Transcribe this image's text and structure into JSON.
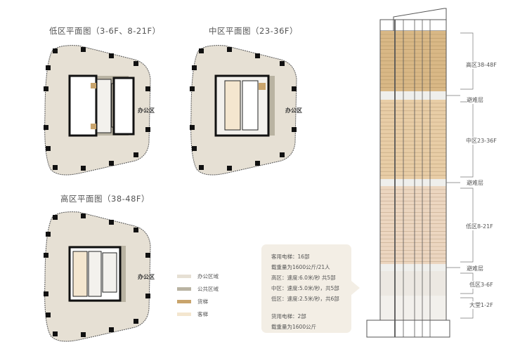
{
  "plans": {
    "low": {
      "title": "低区平面图（3-6F、8-21F）",
      "area_label": "办公区"
    },
    "mid": {
      "title": "中区平面图（23-36F）",
      "area_label": "办公区"
    },
    "high": {
      "title": "高区平面图（38-48F）",
      "area_label": "办公区"
    }
  },
  "legend": [
    {
      "label": "办公区域",
      "color": "#e6e0d4"
    },
    {
      "label": "公共区域",
      "color": "#b9b3a2"
    },
    {
      "label": "货梯",
      "color": "#c9a46c"
    },
    {
      "label": "客梯",
      "color": "#f4e6cf"
    }
  ],
  "elevator_info": {
    "lines": [
      "客用电梯：16部",
      "载重量为1600公斤/21人",
      "高区：速度:6.0米/秒   共5部",
      "中区：速度:5.0米/秒，共5部",
      "低区：速度:2.5米/秒，共6部",
      "货用电梯：2部",
      "载重量为1600公斤"
    ]
  },
  "section": {
    "zones": [
      {
        "label": "高区38-48F",
        "color": "#d9b886"
      },
      {
        "label": "避难层",
        "color": "#efefec"
      },
      {
        "label": "中区23-36F",
        "color": "#e8cda6"
      },
      {
        "label": "避难层",
        "color": "#efefec"
      },
      {
        "label": "低区8-21F",
        "color": "#ecd6c0"
      },
      {
        "label": "避难层",
        "color": "#efefec"
      },
      {
        "label": "低区3-6F",
        "color": "#ece8e2"
      },
      {
        "label": "大堂1-2F",
        "color": "#f2f0ec"
      }
    ]
  }
}
